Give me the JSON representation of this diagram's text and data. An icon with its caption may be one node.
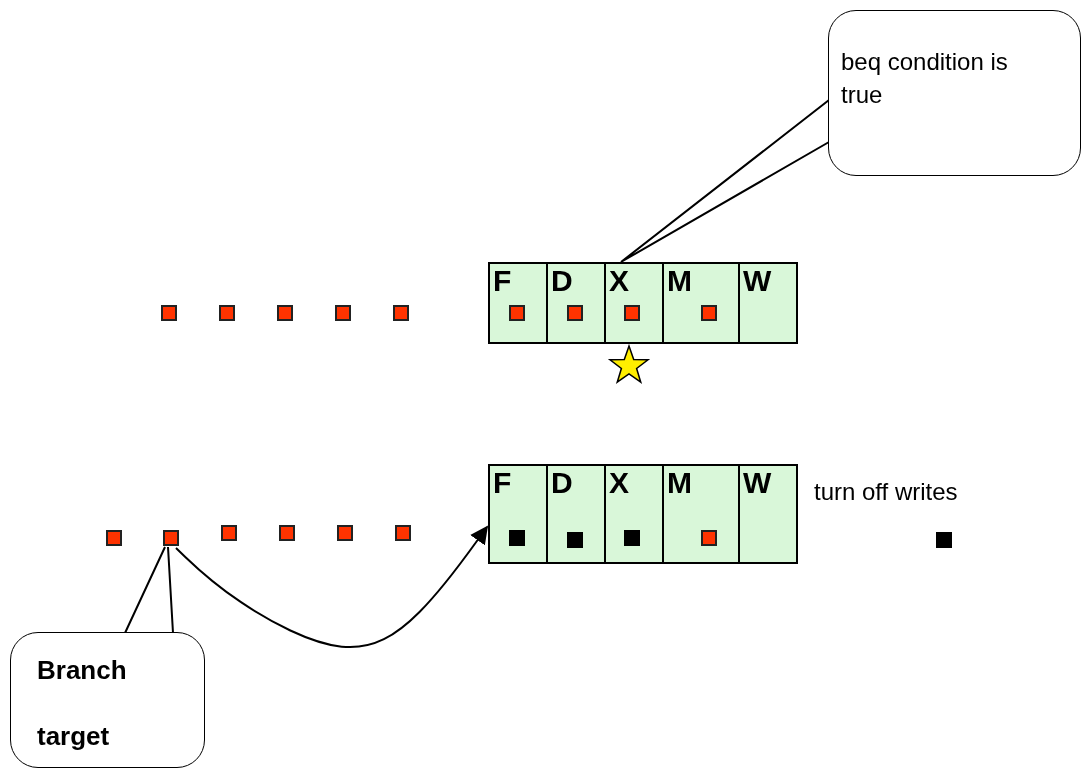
{
  "diagram": {
    "nodes": [
      {
        "text": [
          "beq condition is true"
        ]
      },
      {
        "text": [
          "F"
        ]
      },
      {
        "text": [
          "D"
        ]
      },
      {
        "text": [
          "X"
        ]
      },
      {
        "text": [
          "M"
        ]
      },
      {
        "text": [
          "W"
        ]
      },
      {
        "text": [],
        "shape": "box"
      },
      {
        "text": [],
        "shape": "box"
      },
      {
        "text": [],
        "shape": "box"
      },
      {
        "text": [],
        "shape": "box"
      },
      {
        "text": [],
        "shape": "box"
      },
      {
        "text": [],
        "shape": "box",
        "in": 1
      },
      {
        "text": [],
        "shape": "box",
        "in": 2
      },
      {
        "text": [],
        "shape": "box",
        "in": 3
      },
      {
        "text": [],
        "shape": "box",
        "in": 4
      },
      {
        "text": [
          "F"
        ]
      },
      {
        "text": [
          "D"
        ]
      },
      {
        "text": [
          "X"
        ]
      },
      {
        "text": [
          "M"
        ]
      },
      {
        "text": [
          "W"
        ]
      },
      {
        "text": [],
        "shape": "box"
      },
      {
        "text": [],
        "shape": "box"
      },
      {
        "text": [],
        "shape": "box"
      },
      {
        "text": [],
        "shape": "box"
      },
      {
        "text": [],
        "shape": "box"
      },
      {
        "text": [],
        "shape": "box"
      },
      {
        "text": [],
        "shape": "box",
        "in": 15
      },
      {
        "text": [],
        "shape": "box",
        "in": 16
      },
      {
        "text": [],
        "shape": "box",
        "in": 17
      },
      {
        "text": [],
        "shape": "box",
        "in": 18
      },
      {
        "text": [],
        "shape": "box"
      },
      {
        "text": [
          "Branch target"
        ]
      }
    ],
    "edges": [
      {
        "from": 0,
        "to": 3,
        "arrow": "none"
      },
      {
        "from": 31,
        "to": 21,
        "arrow": "none"
      },
      {
        "from": 21,
        "to": 15,
        "arrow": "to"
      }
    ],
    "labels": [
      "turn off writes"
    ]
  }
}
